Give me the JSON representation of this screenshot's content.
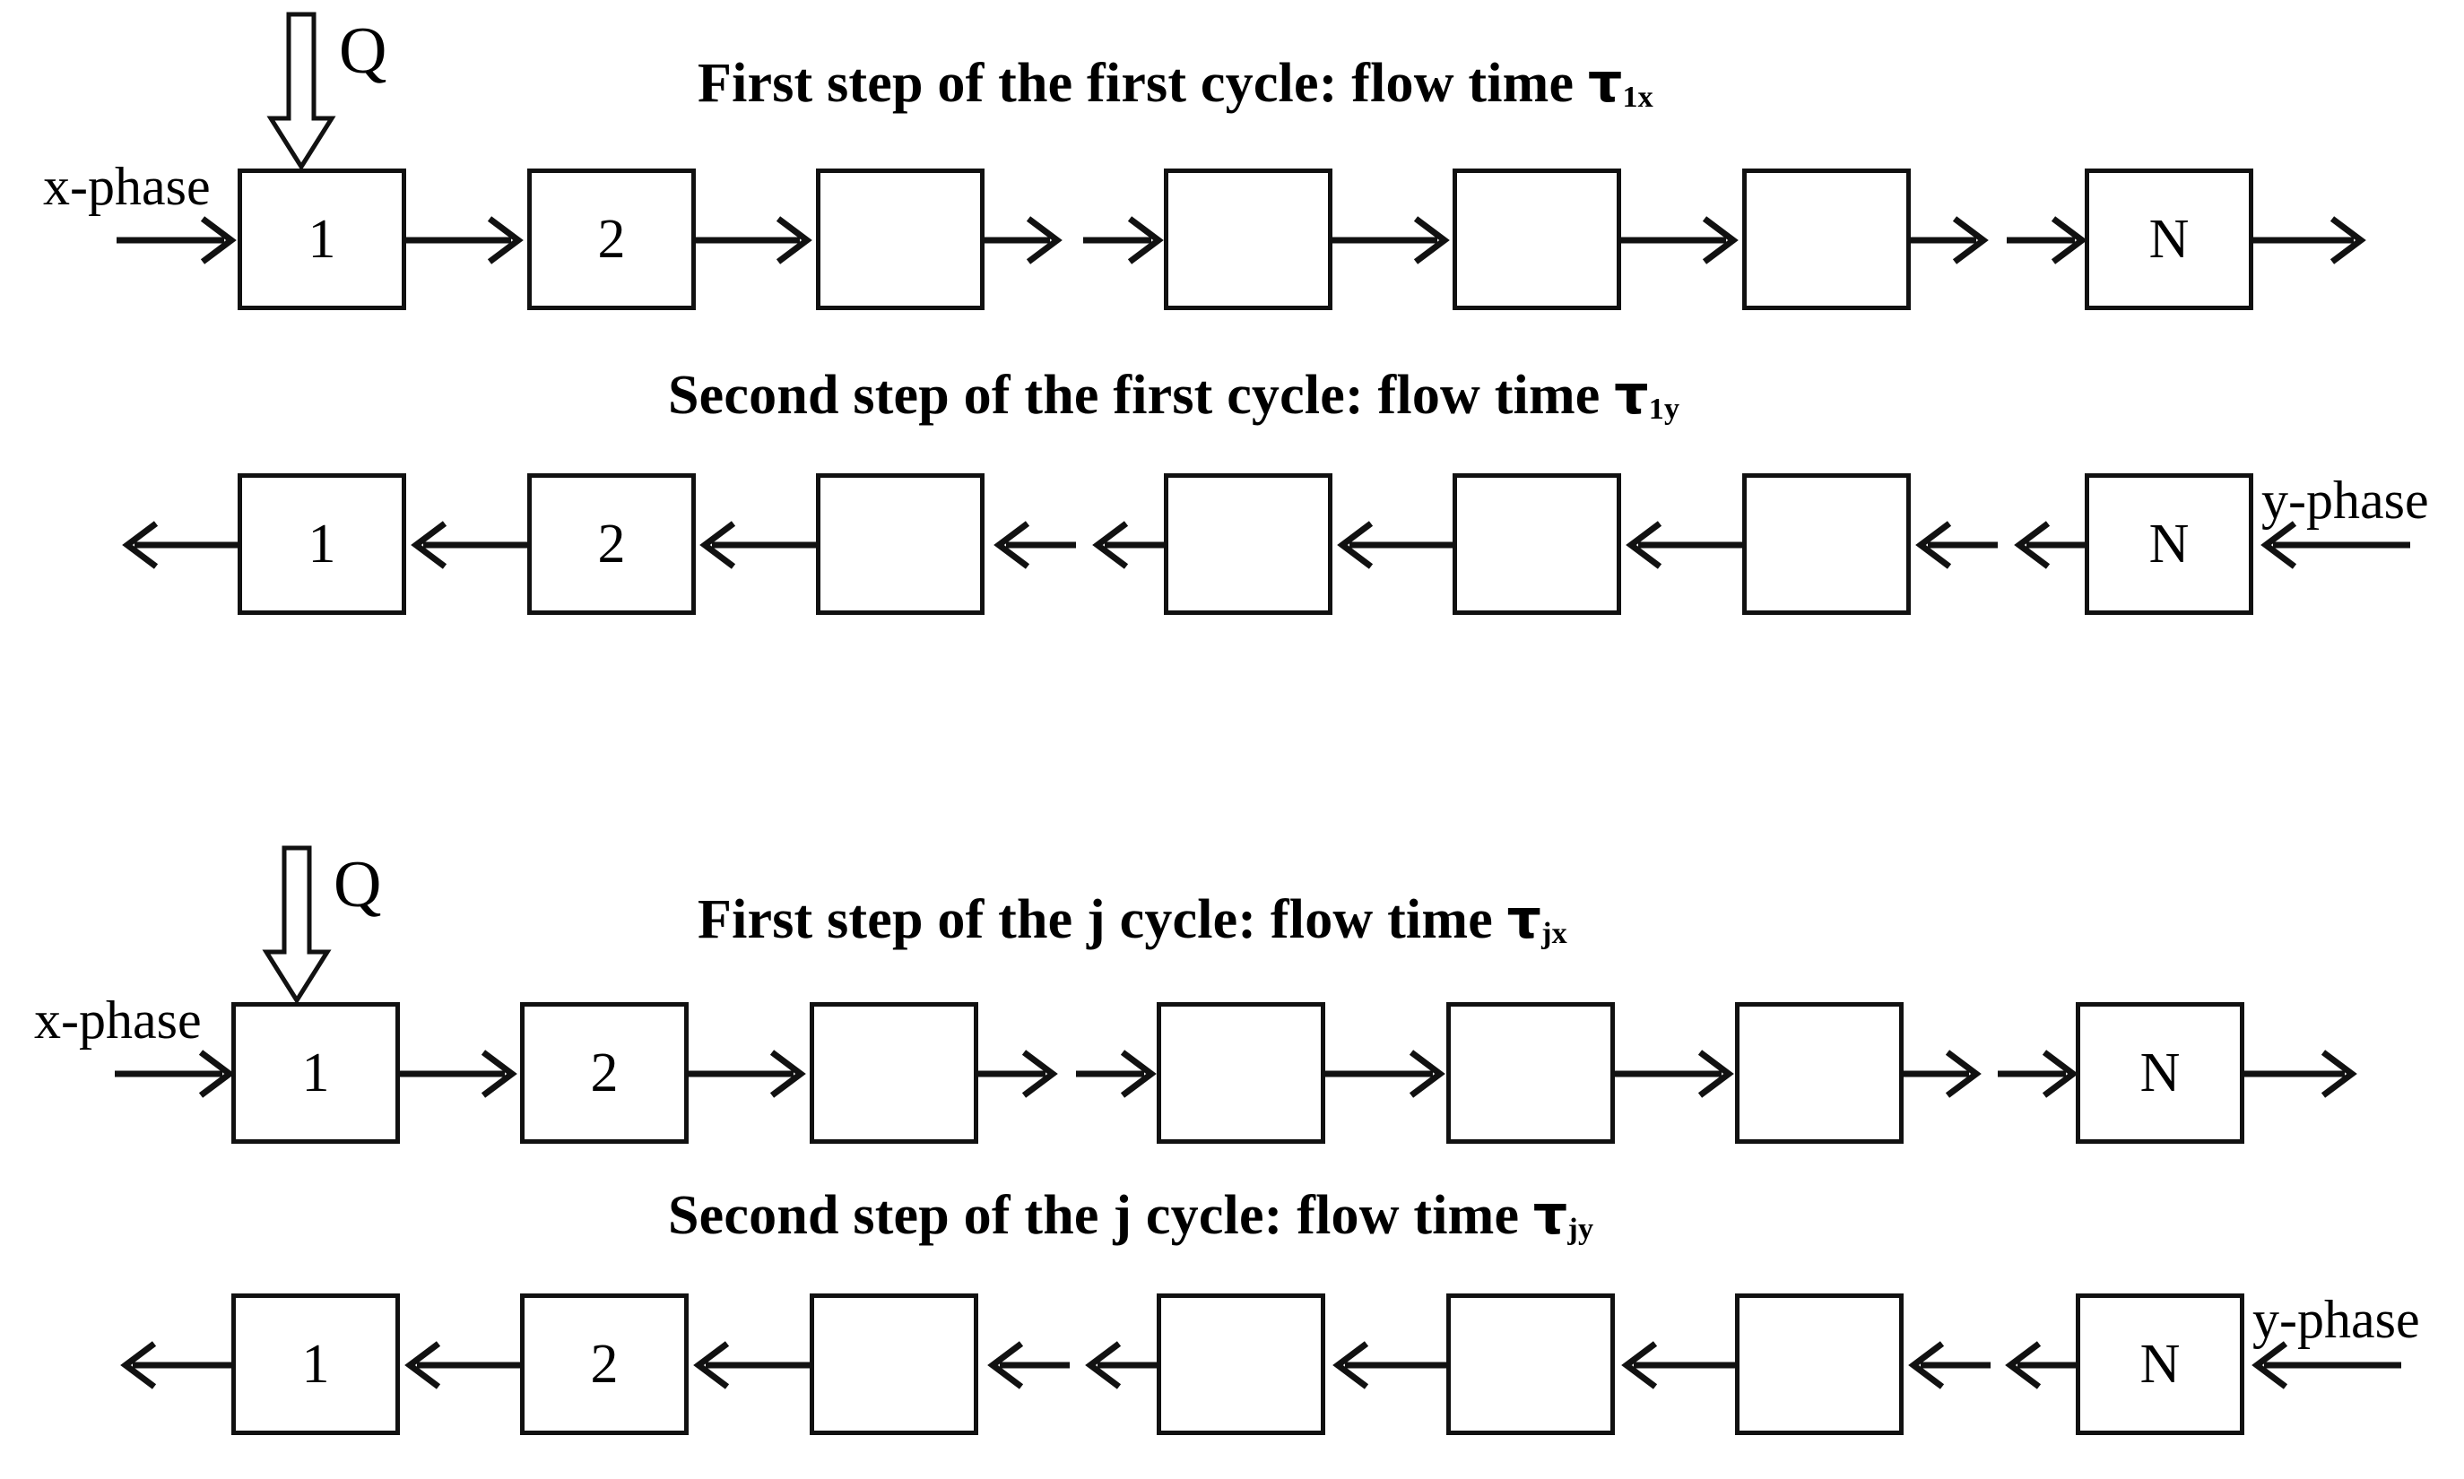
{
  "figure": {
    "background_color": "#ffffff",
    "line_color": "#111111",
    "box_fill": "#ffffff"
  },
  "sections": [
    {
      "id": "first-cycle-step-1",
      "title_prefix": "First step of the first cycle: flow time ",
      "title_symbol": "τ",
      "title_subscript": "1x",
      "direction": "forward",
      "phase_label": "x-phase",
      "source_label": "Q",
      "boxes": [
        {
          "label": "1"
        },
        {
          "label": "2"
        },
        {
          "label": ""
        },
        {
          "label": ""
        },
        {
          "label": ""
        },
        {
          "label": ""
        },
        {
          "label": "N"
        }
      ]
    },
    {
      "id": "first-cycle-step-2",
      "title_prefix": "Second step of the first cycle: flow time ",
      "title_symbol": "τ",
      "title_subscript": "1y",
      "direction": "reverse",
      "phase_label": "y-phase",
      "source_label": "",
      "boxes": [
        {
          "label": "1"
        },
        {
          "label": "2"
        },
        {
          "label": ""
        },
        {
          "label": ""
        },
        {
          "label": ""
        },
        {
          "label": ""
        },
        {
          "label": "N"
        }
      ]
    },
    {
      "id": "j-cycle-step-1",
      "title_prefix": "First step of the j cycle: flow time ",
      "title_symbol": "τ",
      "title_subscript": "jx",
      "direction": "forward",
      "phase_label": "x-phase",
      "source_label": "Q",
      "boxes": [
        {
          "label": "1"
        },
        {
          "label": "2"
        },
        {
          "label": ""
        },
        {
          "label": ""
        },
        {
          "label": ""
        },
        {
          "label": ""
        },
        {
          "label": "N"
        }
      ]
    },
    {
      "id": "j-cycle-step-2",
      "title_prefix": "Second step of the j cycle: flow time ",
      "title_symbol": "τ",
      "title_subscript": "jy",
      "direction": "reverse",
      "phase_label": "y-phase",
      "source_label": "",
      "boxes": [
        {
          "label": "1"
        },
        {
          "label": "2"
        },
        {
          "label": ""
        },
        {
          "label": ""
        },
        {
          "label": ""
        },
        {
          "label": ""
        },
        {
          "label": "N"
        }
      ]
    }
  ]
}
